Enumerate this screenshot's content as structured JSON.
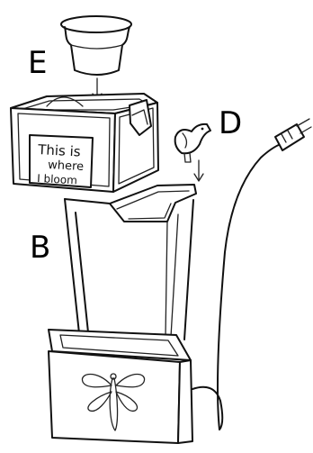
{
  "labels": {
    "e": "E",
    "d": "D",
    "b": "B"
  },
  "sign": {
    "line1": "This is",
    "line2": "where",
    "line3": "I bloom"
  }
}
